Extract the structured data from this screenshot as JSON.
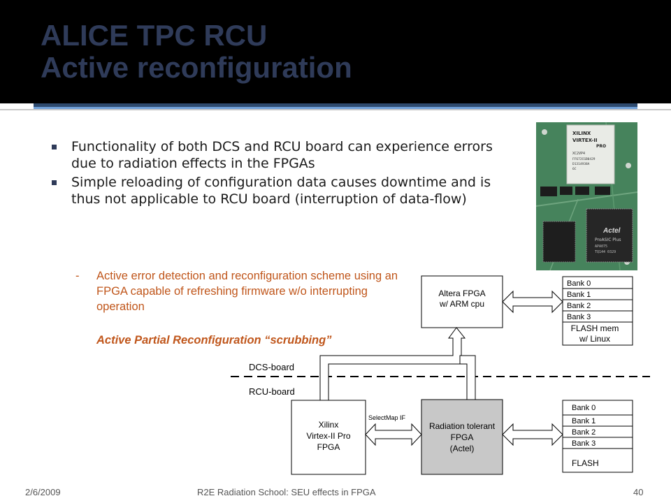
{
  "slide": {
    "title_line1": "ALICE TPC RCU",
    "title_line2": "Active reconfiguration",
    "bullets": [
      "Functionality of both DCS and RCU board can experience errors due to radiation effects in the FPGAs",
      "Simple reloading of configuration data causes downtime and is thus not applicable to RCU board (interruption of data-flow)"
    ],
    "sub_bullet_marker": "-",
    "sub_bullet": "Active error detection and reconfiguration scheme using an FPGA capable of refreshing firmware w/o interrupting operation",
    "emphasis": "Active Partial Reconfiguration “scrubbing”"
  },
  "photo": {
    "xilinx_chip": [
      "XILINX",
      "VIRTEX-II",
      "PRO",
      "XC2VP4",
      "FF672CGB0429",
      "D1314938A",
      "6C"
    ],
    "actel_chip": [
      "Actel",
      "ProASIC Plus",
      "APA075",
      "TQ144    0329"
    ]
  },
  "diagram": {
    "altera_box": [
      "Altera FPGA",
      "w/ ARM cpu"
    ],
    "flash_top": {
      "banks": [
        "Bank 0",
        "Bank 1",
        "Bank 2",
        "Bank 3"
      ],
      "caption": [
        "FLASH mem",
        "w/ Linux"
      ]
    },
    "dcs_label": "DCS-board",
    "rcu_label": "RCU-board",
    "xilinx_box": [
      "Xilinx",
      "Virtex-II Pro",
      "FPGA"
    ],
    "selectmap_label": "SelectMap IF",
    "actel_box": [
      "Radiation tolerant",
      "FPGA",
      "(Actel)"
    ],
    "flash_bottom": {
      "banks": [
        "Bank 0",
        "Bank 1",
        "Bank 2",
        "Bank 3"
      ],
      "caption": "FLASH"
    }
  },
  "footer": {
    "date": "2/6/2009",
    "center": "R2E Radiation School: SEU effects in FPGA",
    "page": "40"
  },
  "colors": {
    "header_bg": "#000000",
    "title": "#2f3b59",
    "accent_orange": "#c0561b",
    "rule_dark": "#2e4a6e",
    "rule_light": "#6f9fd8",
    "actel_fill": "#c8c8c8"
  }
}
